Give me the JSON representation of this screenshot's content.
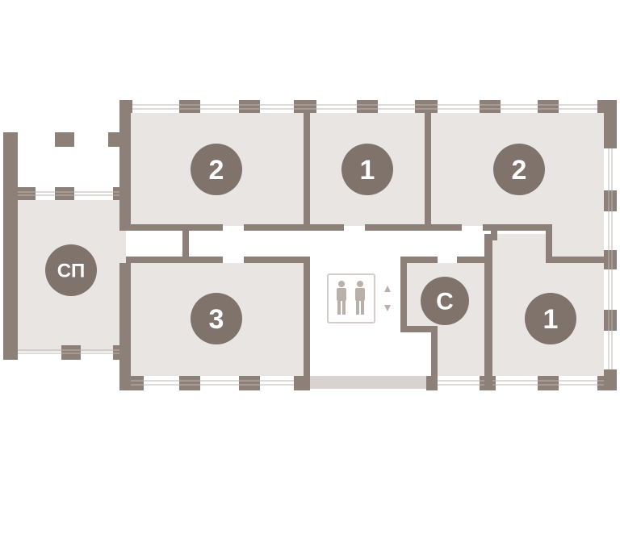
{
  "floor_plan": {
    "colors": {
      "apartment_fill": "#e8e5e3",
      "wall": "#8d8079",
      "badge": "#7f736c",
      "badge_text": "#ffffff"
    },
    "apartments": [
      {
        "id": "apt-2-left",
        "rooms_label": "2"
      },
      {
        "id": "apt-1-top",
        "rooms_label": "1"
      },
      {
        "id": "apt-2-right",
        "rooms_label": "2"
      },
      {
        "id": "apt-studio-left",
        "rooms_label": "СП"
      },
      {
        "id": "apt-3",
        "rooms_label": "3"
      },
      {
        "id": "apt-studio",
        "rooms_label": "С"
      },
      {
        "id": "apt-1-right",
        "rooms_label": "1"
      }
    ],
    "elevator": {
      "icon": "elevator-icon",
      "arrows": "elevator-arrows-icon"
    }
  }
}
